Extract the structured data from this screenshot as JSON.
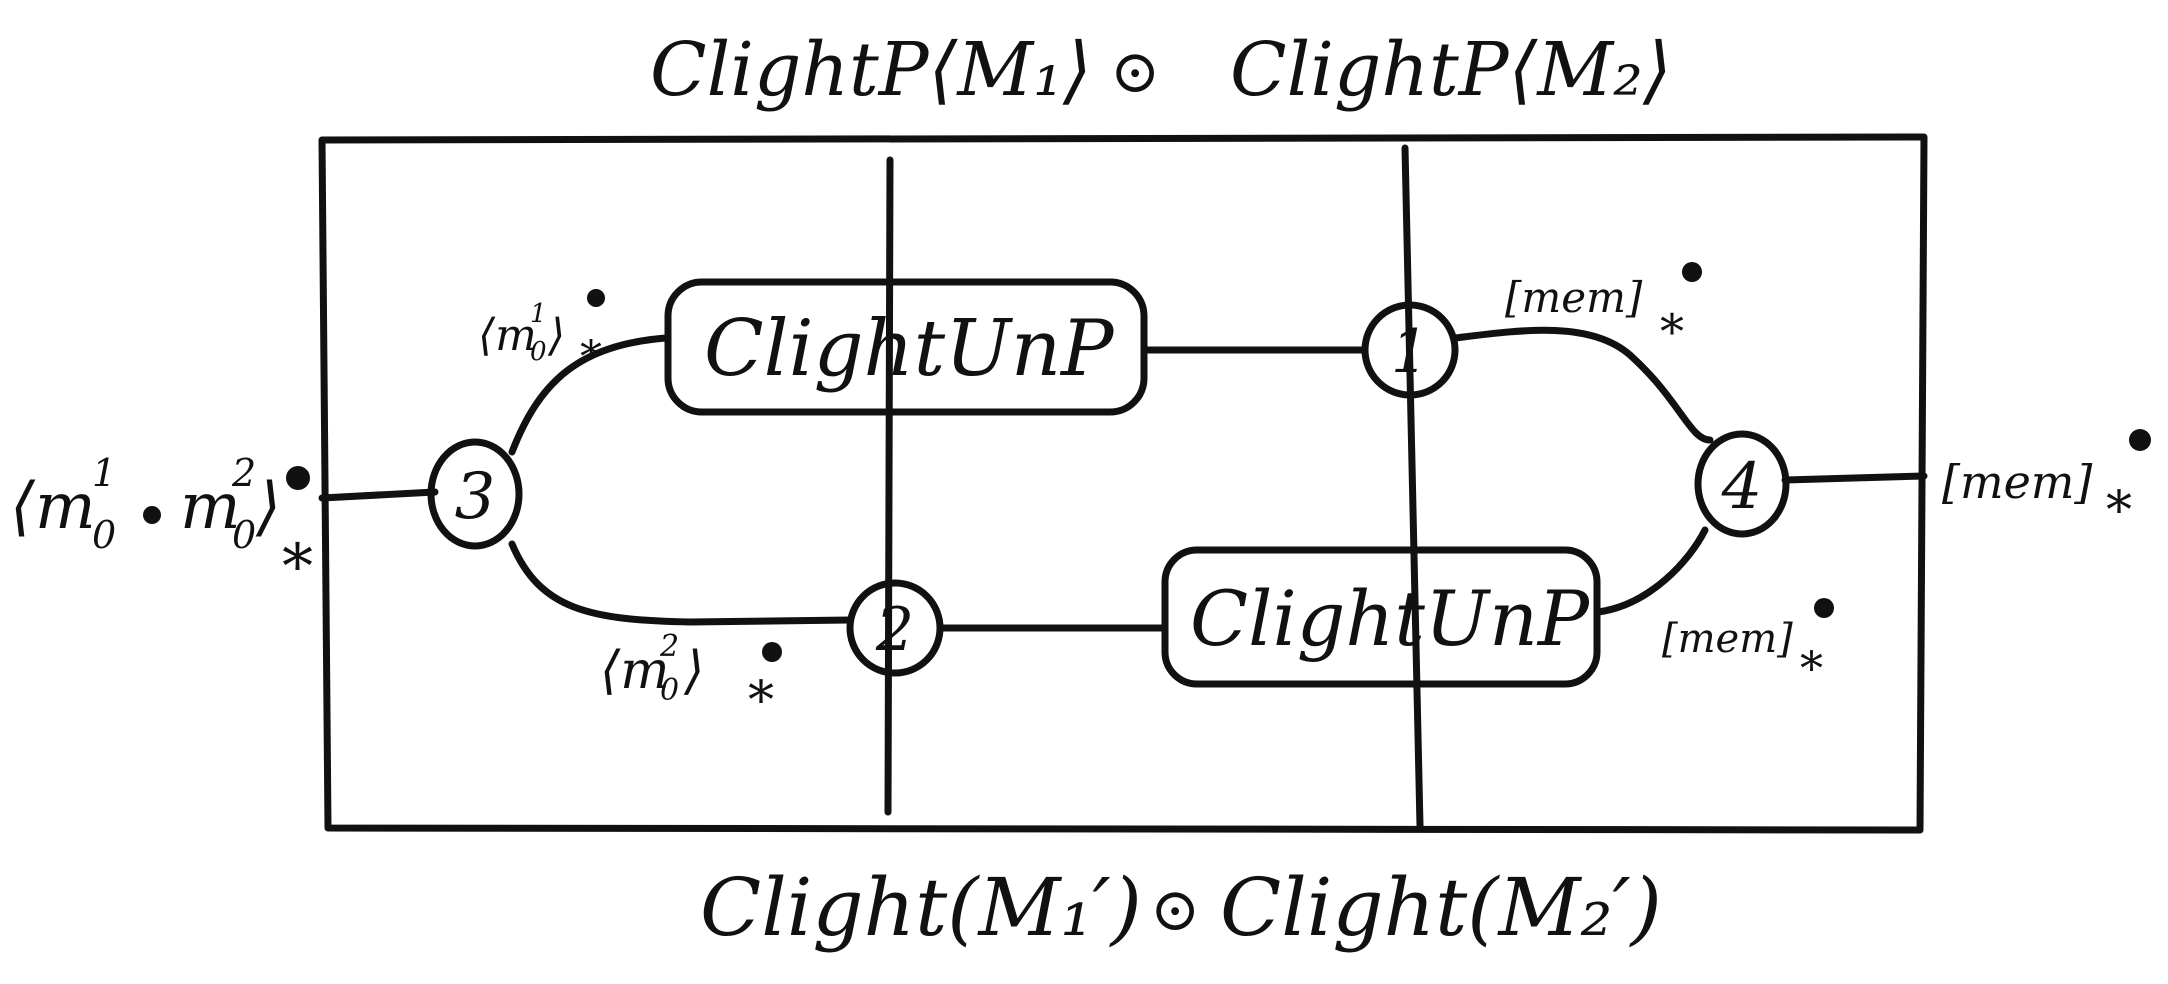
{
  "diagram": {
    "top_label": {
      "left": "ClightP⟨M₁⟩",
      "op": "⊙",
      "right": "ClightP⟨M₂⟩"
    },
    "bottom_label": {
      "left": "Clight(M₁′)",
      "op": "⊙",
      "right": "Clight(M₂′)"
    },
    "boxes": {
      "upper": "ClightUnP",
      "lower": "ClightUnP"
    },
    "nodes": {
      "n1": "1",
      "n2": "2",
      "n3": "3",
      "n4": "4"
    },
    "labels": {
      "left_input_open": "⟨m",
      "left_input_sup1": "1",
      "left_input_sub1": "0",
      "left_input_mid": "m",
      "left_input_sup2": "2",
      "left_input_sub2": "0",
      "left_input_close": "⟩",
      "star": "*",
      "upper_in_open": "⟨m",
      "upper_in_sup": "1",
      "upper_in_sub": "0",
      "upper_in_close": "⟩",
      "lower_in_open": "⟨m",
      "lower_in_sup": "2",
      "lower_in_sub": "0",
      "lower_in_close": "⟩",
      "mem_upper": "[mem]",
      "mem_lower": "[mem]",
      "mem_right": "[mem]"
    }
  }
}
